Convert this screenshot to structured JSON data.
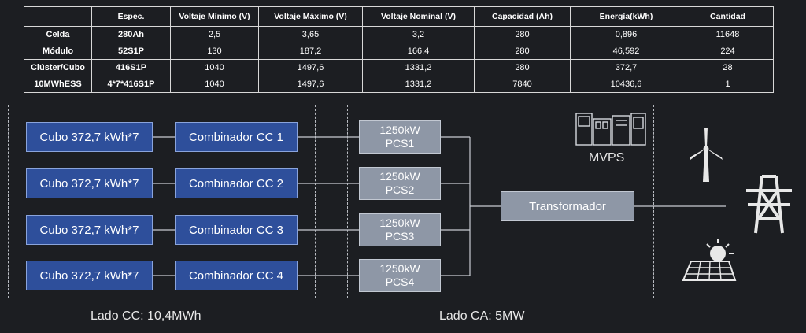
{
  "table": {
    "headers": [
      "",
      "Espec.",
      "Voltaje Mínimo (V)",
      "Voltaje Máximo (V)",
      "Voltaje Nominal (V)",
      "Capacidad (Ah)",
      "Energía(kWh)",
      "Cantidad"
    ],
    "rows": [
      [
        "Celda",
        "280Ah",
        "2,5",
        "3,65",
        "3,2",
        "280",
        "0,896",
        "11648"
      ],
      [
        "Módulo",
        "52S1P",
        "130",
        "187,2",
        "166,4",
        "280",
        "46,592",
        "224"
      ],
      [
        "Clúster/Cubo",
        "416S1P",
        "1040",
        "1497,6",
        "1331,2",
        "280",
        "372,7",
        "28"
      ],
      [
        "10MWhESS",
        "4*7*416S1P",
        "1040",
        "1497,6",
        "1331,2",
        "7840",
        "10436,6",
        "1"
      ]
    ]
  },
  "diagram": {
    "cubes": [
      "Cubo 372,7 kWh*7",
      "Cubo 372,7 kWh*7",
      "Cubo 372,7 kWh*7",
      "Cubo 372,7 kWh*7"
    ],
    "combiners": [
      "Combinador CC 1",
      "Combinador CC 2",
      "Combinador CC 3",
      "Combinador CC 4"
    ],
    "pcs": [
      {
        "power": "1250kW",
        "name": "PCS1"
      },
      {
        "power": "1250kW",
        "name": "PCS2"
      },
      {
        "power": "1250kW",
        "name": "PCS3"
      },
      {
        "power": "1250kW",
        "name": "PCS4"
      }
    ],
    "transformer": "Transformador",
    "mvps": "MVPS",
    "dc_label": "Lado CC:  10,4MWh",
    "ac_label": "Lado CA:  5MW",
    "icons": [
      "mvps-cabinet-icon",
      "wind-turbine-icon",
      "transmission-tower-icon",
      "solar-panel-icon"
    ],
    "colors": {
      "cube": "#2e4f9b",
      "pcs": "#8e97a6",
      "background": "#1c1e22"
    }
  }
}
